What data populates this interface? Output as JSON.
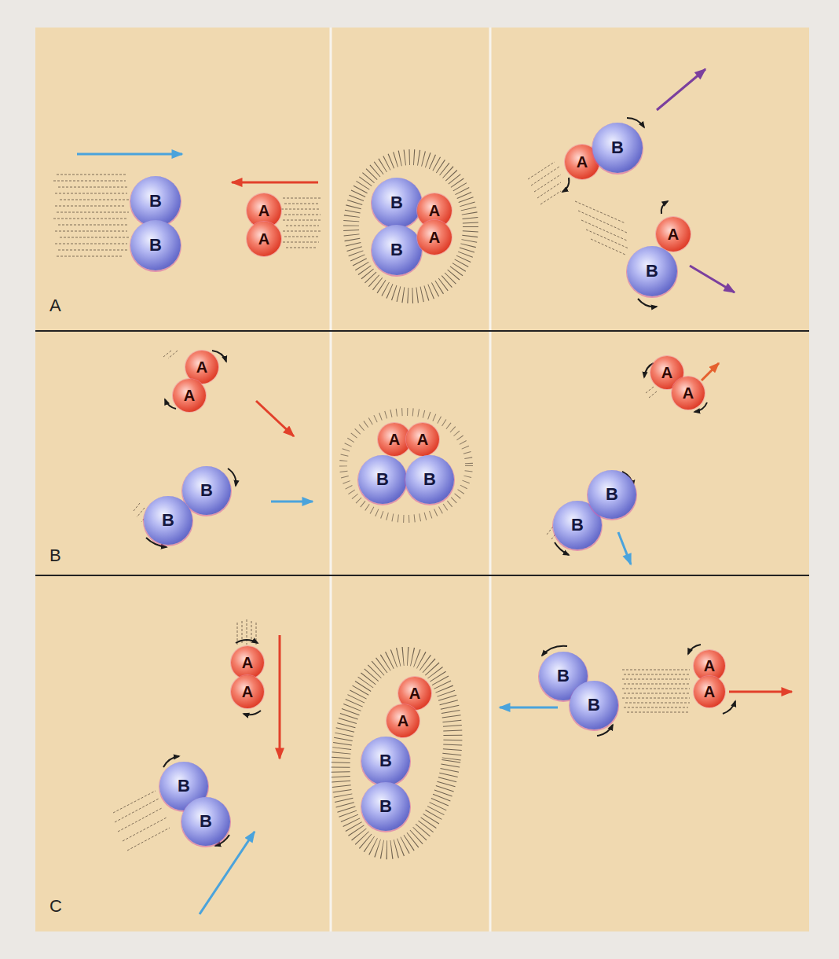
{
  "diagram": {
    "nodes": [
      {
        "text": [
          "B"
        ]
      },
      {
        "text": [
          "B"
        ]
      },
      {
        "text": [
          "A"
        ]
      },
      {
        "text": [
          "A"
        ]
      },
      {
        "text": [
          "B"
        ]
      },
      {
        "text": [
          "B"
        ]
      },
      {
        "text": [
          "A"
        ]
      },
      {
        "text": [
          "A"
        ]
      },
      {
        "text": [
          "A"
        ]
      },
      {
        "text": [
          "B"
        ]
      },
      {
        "text": [
          "A"
        ]
      },
      {
        "text": [
          "B"
        ]
      },
      {
        "text": [
          "A"
        ]
      },
      {
        "text": [
          "A"
        ]
      },
      {
        "text": [
          "B"
        ]
      },
      {
        "text": [
          "B"
        ]
      },
      {
        "text": [
          "A"
        ]
      },
      {
        "text": [
          "A"
        ]
      },
      {
        "text": [
          "B"
        ]
      },
      {
        "text": [
          "B"
        ]
      },
      {
        "text": [
          "A"
        ]
      },
      {
        "text": [
          "A"
        ]
      },
      {
        "text": [
          "B"
        ]
      },
      {
        "text": [
          "B"
        ]
      },
      {
        "text": [
          "A"
        ]
      },
      {
        "text": [
          "A"
        ]
      },
      {
        "text": [
          "B"
        ]
      },
      {
        "text": [
          "B"
        ]
      },
      {
        "text": [
          "A"
        ]
      },
      {
        "text": [
          "A"
        ]
      },
      {
        "text": [
          "B"
        ]
      },
      {
        "text": [
          "B"
        ]
      },
      {
        "text": [
          "B"
        ]
      },
      {
        "text": [
          "B"
        ]
      },
      {
        "text": [
          "A"
        ]
      },
      {
        "text": [
          "A"
        ]
      }
    ],
    "labels": [
      "A",
      "B",
      "C"
    ]
  }
}
